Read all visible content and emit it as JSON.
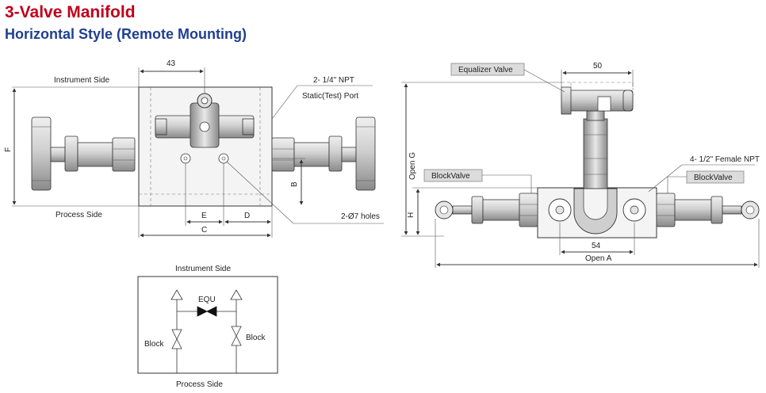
{
  "header": {
    "title": "3-Valve Manifold",
    "subtitle": "Horizontal Style (Remote Mounting)"
  },
  "front_view": {
    "dim_43": "43",
    "instrument_side": "Instrument Side",
    "process_side": "Process Side",
    "npt_port": "2- 1/4\" NPT",
    "static_port": "Static(Test) Port",
    "dim_f": "F",
    "dim_b": "B",
    "dim_e": "E",
    "dim_d": "D",
    "dim_c": "C",
    "holes": "2-Ø7 holes"
  },
  "side_view": {
    "equalizer_valve": "Equalizer Valve",
    "dim_50": "50",
    "open_g": "Open G",
    "female_npt": "4- 1/2\" Female NPT",
    "block_valve_left": "BlockValve",
    "block_valve_right": "BlockValve",
    "dim_h": "H",
    "dim_54": "54",
    "open_a": "Open A"
  },
  "schematic": {
    "instrument_side": "Instrument Side",
    "process_side": "Process Side",
    "equ": "EQU",
    "block_left": "Block",
    "block_right": "Block"
  },
  "colors": {
    "title": "#c0001a",
    "subtitle": "#1f3f8f"
  }
}
